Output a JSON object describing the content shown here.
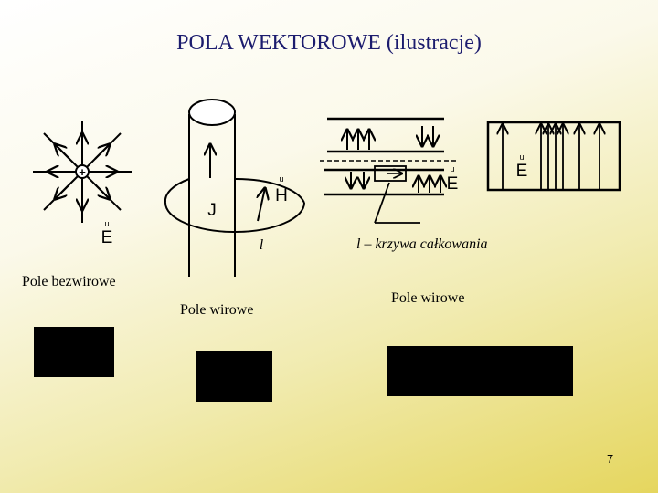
{
  "title": "POLA  WEKTOROWE (ilustracje)",
  "labels": {
    "pole_bezwirowe": "Pole bezwirowe",
    "pole_wirowe_1": "Pole wirowe",
    "pole_wirowe_2": "Pole wirowe",
    "krzywa_l": "l",
    "krzywa_caption": "l – krzywa całkowania",
    "J": "J",
    "H": "H",
    "E_left": "E",
    "E_mid": "E",
    "E_right": "E",
    "vec_mark": "u",
    "charge": "+"
  },
  "page_number": "7",
  "colors": {
    "title": "#1c1c6e",
    "ink": "#000000"
  }
}
